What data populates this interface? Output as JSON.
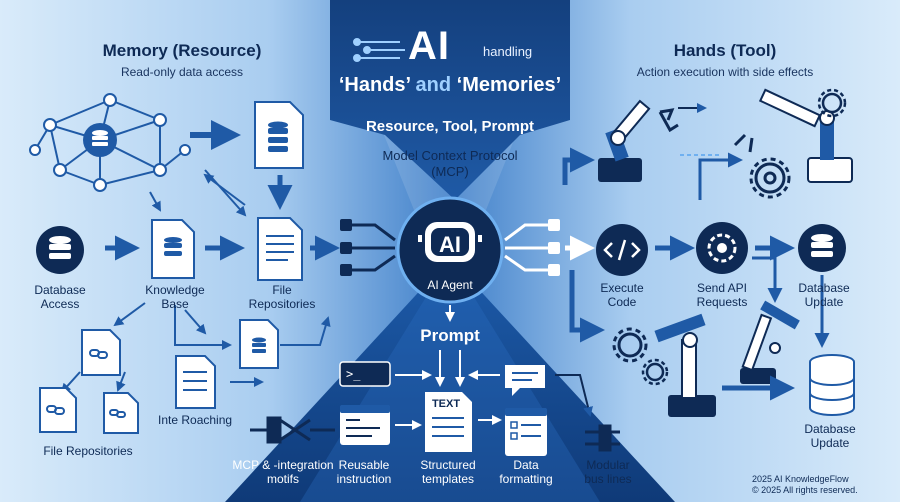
{
  "header": {
    "ai": "AI",
    "handling": "handling",
    "subtitle_part1": "‘Hands’",
    "subtitle_and": "and",
    "subtitle_part2": "‘Memories’",
    "components": "Resource, Tool, Prompt",
    "protocol_line1": "Model Context Protocol",
    "protocol_line2": "(MCP)"
  },
  "memory": {
    "title": "Memory (Resource)",
    "subtitle": "Read-only data access",
    "labels": {
      "database_access_1": "Database",
      "database_access_2": "Access",
      "knowledge_base_1": "Knowledge",
      "knowledge_base_2": "Base",
      "file_repositories_1": "File",
      "file_repositories_2": "Repositories",
      "file_repositories_bottom": "File Repositories",
      "inte_roaching": "Inte Roaching"
    }
  },
  "hands": {
    "title": "Hands (Tool)",
    "subtitle": "Action execution with side effects",
    "labels": {
      "execute_code_1": "Execute",
      "execute_code_2": "Code",
      "send_api_1": "Send API",
      "send_api_2": "Requests",
      "database_update_1": "Database",
      "database_update_2": "Update",
      "database_update_bottom_1": "Database",
      "database_update_bottom_2": "Update"
    }
  },
  "agent": {
    "badge": "AI",
    "label": "AI Agent"
  },
  "prompt": {
    "title": "Prompt",
    "terminal_prompt": ">_",
    "text_doc": "TEXT",
    "labels": {
      "mcp_integration_1": "MCP & -integration",
      "mcp_integration_2": "motifs",
      "reusable_1": "Reusable",
      "reusable_2": "instruction",
      "structured_1": "Structured",
      "structured_2": "templates",
      "data_formatting_1": "Data",
      "data_formatting_2": "formatting",
      "modular_1": "Modular",
      "modular_2": "bus lines"
    }
  },
  "footer": {
    "line1": "2025 AI KnowledgeFlow",
    "line2": "© 2025 All rights reserved."
  },
  "colors": {
    "navy": "#0e2a55",
    "blue": "#1f5aa6",
    "light_blue": "#d9ebfa",
    "mid_blue": "#3f7fc9"
  }
}
